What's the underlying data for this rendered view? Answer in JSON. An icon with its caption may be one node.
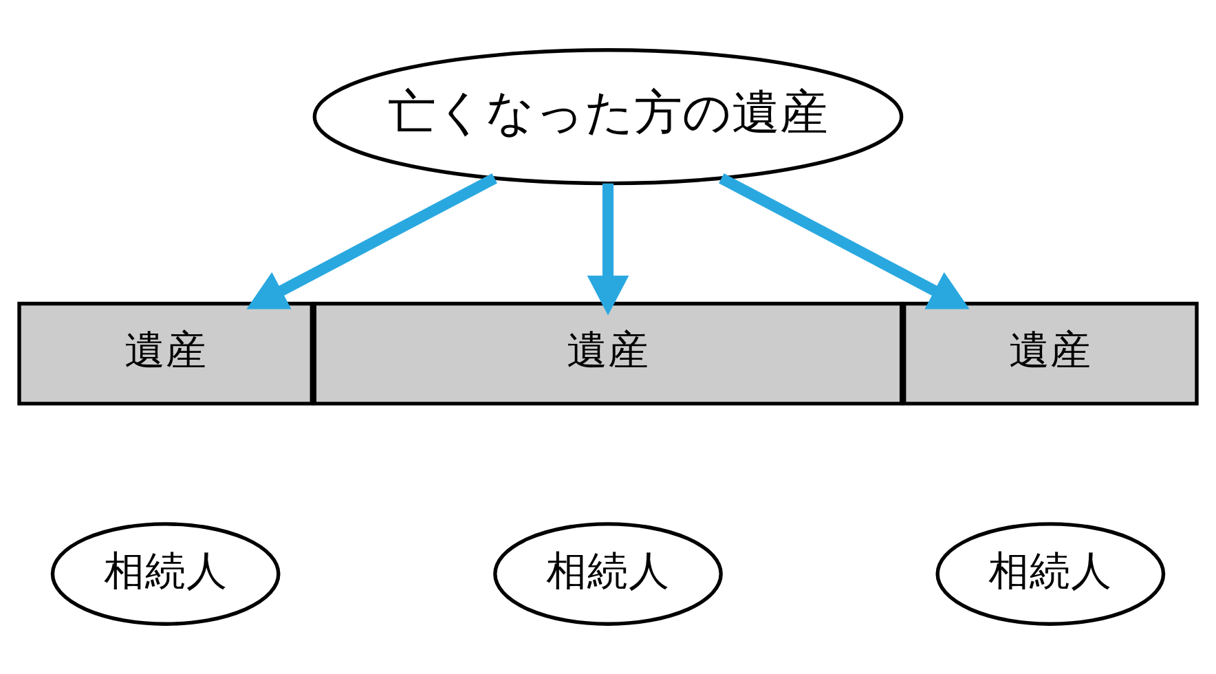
{
  "diagram": {
    "nodes": [
      {
        "text": [
          "亡くなった方の遺産"
        ]
      },
      {
        "text": [
          "遺産"
        ]
      },
      {
        "text": [
          "遺産"
        ]
      },
      {
        "text": [
          "遺産"
        ]
      },
      {
        "text": [
          "相続人"
        ]
      },
      {
        "text": [
          "相続人"
        ]
      },
      {
        "text": [
          "相続人"
        ]
      }
    ],
    "edges": [
      {
        "from": 0,
        "to": 1,
        "arrow": "to"
      },
      {
        "from": 0,
        "to": 2,
        "arrow": "to"
      },
      {
        "from": 0,
        "to": 3,
        "arrow": "to"
      }
    ]
  }
}
